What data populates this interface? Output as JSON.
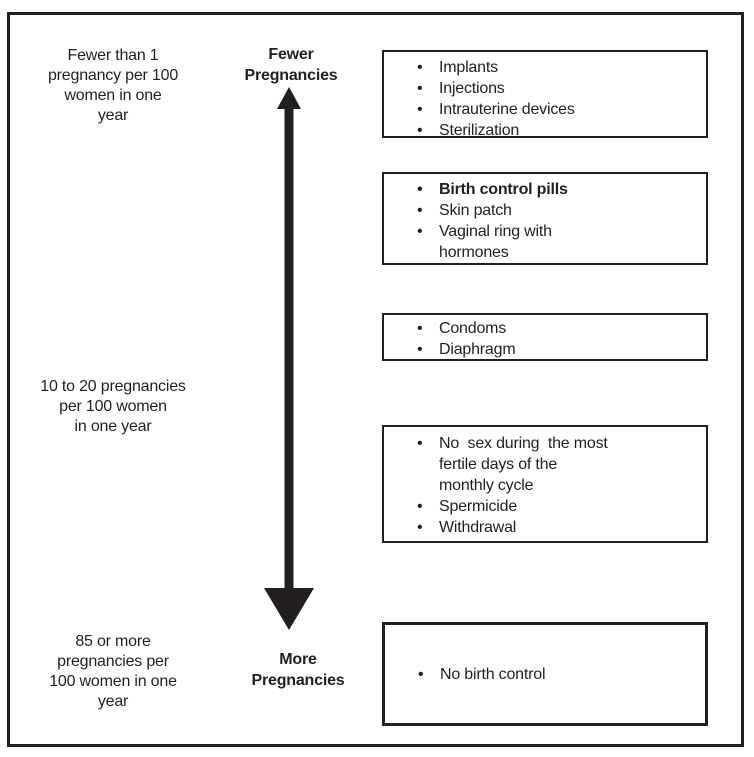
{
  "diagram": {
    "title_semantic": "Birth control effectiveness diagram",
    "colors": {
      "ink": "#231f20",
      "background": "#ffffff"
    },
    "left_labels": {
      "top": "Fewer than 1\npregnancy per 100\nwomen in one\nyear",
      "middle": "10 to 20 pregnancies\nper 100 women\nin one year",
      "bottom": "85 or more\npregnancies per\n100 women in one\nyear"
    },
    "axis": {
      "top_label": "Fewer\nPregnancies",
      "bottom_label": "More\nPregnancies",
      "arrow_icon": "double-headed-vertical-arrow"
    },
    "method_boxes": [
      {
        "items": [
          {
            "text": "Implants",
            "bold": false
          },
          {
            "text": "Injections",
            "bold": false
          },
          {
            "text": "Intrauterine devices",
            "bold": false
          },
          {
            "text": "Sterilization",
            "bold": false
          }
        ]
      },
      {
        "items": [
          {
            "text": "Birth control pills",
            "bold": true
          },
          {
            "text": "Skin patch",
            "bold": false
          },
          {
            "text": "Vaginal ring with\nhormones",
            "bold": false
          }
        ]
      },
      {
        "items": [
          {
            "text": "Condoms",
            "bold": false
          },
          {
            "text": "Diaphragm",
            "bold": false
          }
        ]
      },
      {
        "items": [
          {
            "text": "No  sex during  the most\nfertile days of the\nmonthly cycle",
            "bold": false
          },
          {
            "text": "Spermicide",
            "bold": false
          },
          {
            "text": "Withdrawal",
            "bold": false
          }
        ]
      },
      {
        "items": [
          {
            "text": "No birth control",
            "bold": false
          }
        ]
      }
    ]
  }
}
